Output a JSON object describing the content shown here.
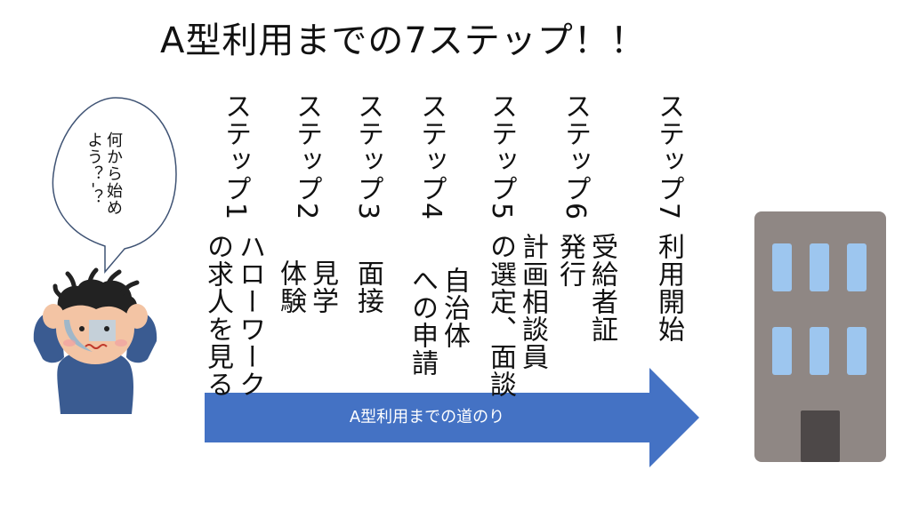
{
  "title": "A型利用までの7ステップ！！",
  "steps": [
    {
      "label": "ステップ1",
      "desc": "ハローワーク\nの求人を見る"
    },
    {
      "label": "ステップ2",
      "desc": "見学\n体験"
    },
    {
      "label": "ステップ3",
      "desc": "面接"
    },
    {
      "label": "ステップ4",
      "desc": "自治体\nへの申請"
    },
    {
      "label": "ステップ5",
      "desc": "計画相談員\nの選定、面談"
    },
    {
      "label": "ステップ6",
      "desc": "受給者証\n発行"
    },
    {
      "label": "ステップ7",
      "desc": "利用開始"
    }
  ],
  "speech_bubble": "何から始め\nよう？-？",
  "arrow_label": "A型利用までの道のり",
  "colors": {
    "arrow": "#4472c4",
    "building": "#8f8784",
    "window": "#9dc6ef",
    "door": "#4d4848"
  },
  "icons": [
    "worried-person-icon",
    "speech-bubble-icon",
    "building-icon"
  ]
}
